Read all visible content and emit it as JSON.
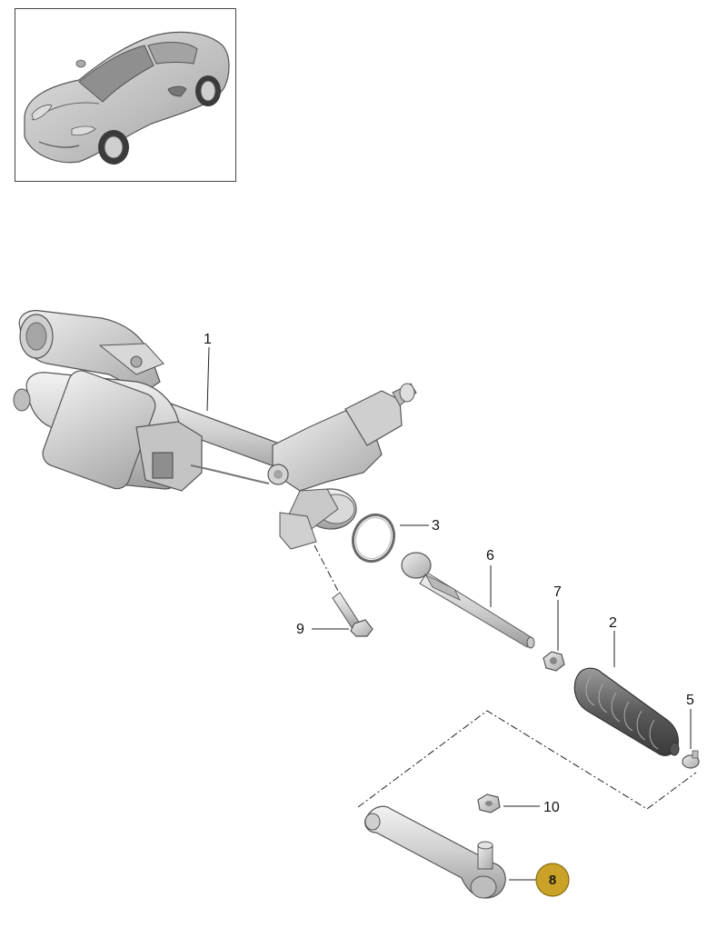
{
  "callouts": {
    "c1": "1",
    "c2": "2",
    "c3": "3",
    "c5": "5",
    "c6": "6",
    "c7": "7",
    "c8": "8",
    "c9": "9",
    "c10": "10"
  },
  "highlight_color": "#c9a227",
  "icons": {
    "vehicle": "car-thumbnail-icon"
  }
}
